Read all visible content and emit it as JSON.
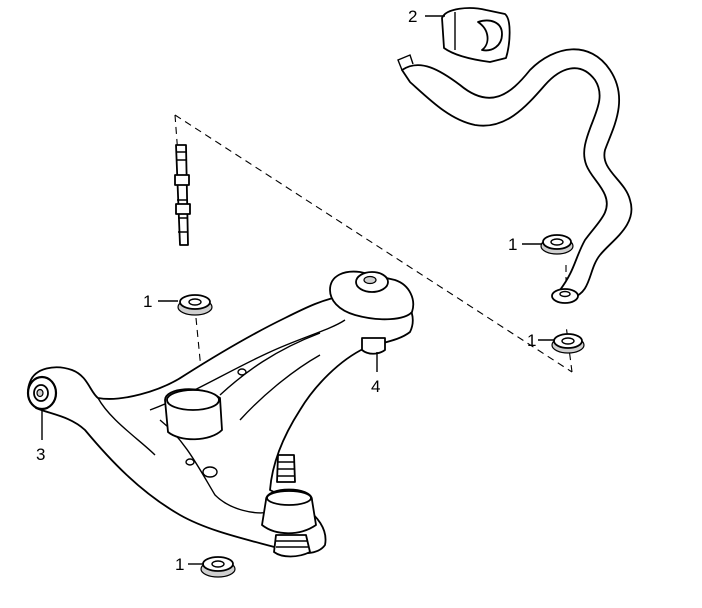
{
  "callouts": {
    "stabilizer_bushing": "2",
    "upper_bar_link_bushing": "1",
    "lower_bar_link_bushing": "1",
    "stud_bushing": "1",
    "bottom_bushing": "1",
    "rear_arm_bushing": "4",
    "front_arm_bushing": "3"
  }
}
